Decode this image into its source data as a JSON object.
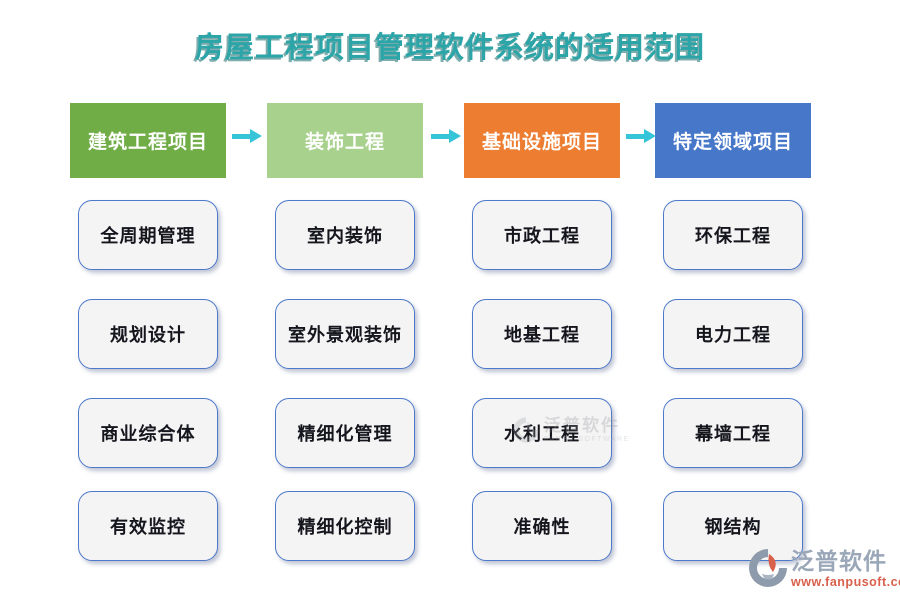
{
  "title": "房屋工程项目管理软件系统的适用范围",
  "columns": [
    {
      "header": "建筑工程项目",
      "color": "#70AD47",
      "items": [
        "全周期管理",
        "规划设计",
        "商业综合体",
        "有效监控"
      ]
    },
    {
      "header": "装饰工程",
      "color": "#A9D18E",
      "items": [
        "室内装饰",
        "室外景观装饰",
        "精细化管理",
        "精细化控制"
      ]
    },
    {
      "header": "基础设施项目",
      "color": "#ED7D31",
      "items": [
        "市政工程",
        "地基工程",
        "水利工程",
        "准确性"
      ]
    },
    {
      "header": "特定领域项目",
      "color": "#4777C8",
      "items": [
        "环保工程",
        "电力工程",
        "幕墙工程",
        "钢结构"
      ]
    }
  ],
  "colors": {
    "title": "#2BA5A8",
    "arrow": "#35C4D8",
    "item_border": "#4E79CB",
    "item_background": "#F4F4F4"
  },
  "watermark": {
    "name": "泛普软件",
    "subtitle": "FANPU SOFTWARE"
  },
  "brand": {
    "name": "泛普软件",
    "url": "www.fanpusoft.com"
  }
}
